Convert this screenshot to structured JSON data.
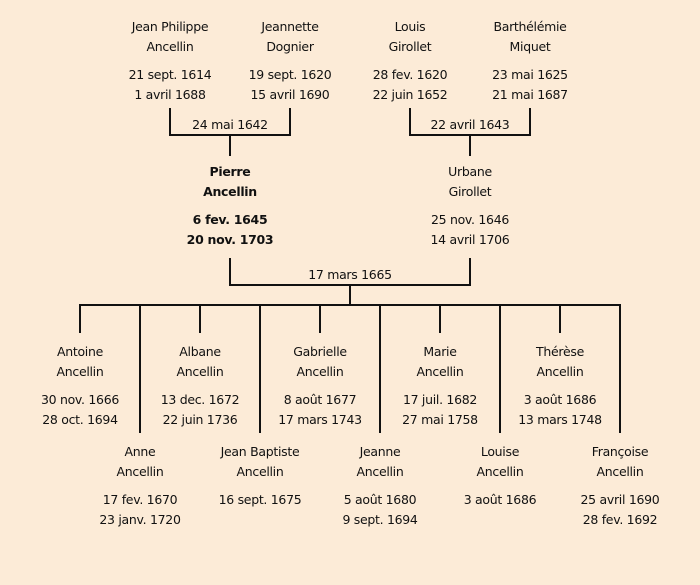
{
  "grandparents": [
    {
      "first": "Jean Philippe",
      "last": "Ancellin",
      "birth": "21 sept. 1614",
      "death": "1 avril 1688"
    },
    {
      "first": "Jeannette",
      "last": "Dognier",
      "birth": "19 sept. 1620",
      "death": "15 avril 1690"
    },
    {
      "first": "Louis",
      "last": "Girollet",
      "birth": "28 fev. 1620",
      "death": "22 juin 1652"
    },
    {
      "first": "Barthélémie",
      "last": "Miquet",
      "birth": "23 mai 1625",
      "death": "21 mai 1687"
    }
  ],
  "grandparent_marriages": [
    "24 mai 1642",
    "22 avril 1643"
  ],
  "parents": [
    {
      "first": "Pierre",
      "last": "Ancellin",
      "birth": "6 fev. 1645",
      "death": "20 nov. 1703"
    },
    {
      "first": "Urbane",
      "last": "Girollet",
      "birth": "25 nov. 1646",
      "death": "14 avril 1706"
    }
  ],
  "parent_marriage": "17 mars 1665",
  "children": [
    {
      "first": "Antoine",
      "last": "Ancellin",
      "birth": "30 nov. 1666",
      "death": "28 oct. 1694"
    },
    {
      "first": "Anne",
      "last": "Ancellin",
      "birth": "17 fev. 1670",
      "death": "23 janv. 1720"
    },
    {
      "first": "Albane",
      "last": "Ancellin",
      "birth": "13 dec. 1672",
      "death": "22 juin 1736"
    },
    {
      "first": "Jean Baptiste",
      "last": "Ancellin",
      "birth": "16 sept. 1675",
      "death": ""
    },
    {
      "first": "Gabrielle",
      "last": "Ancellin",
      "birth": "8 août 1677",
      "death": "17 mars 1743"
    },
    {
      "first": "Jeanne",
      "last": "Ancellin",
      "birth": "5 août 1680",
      "death": "9 sept. 1694"
    },
    {
      "first": "Marie",
      "last": "Ancellin",
      "birth": "17 juil. 1682",
      "death": "27 mai 1758"
    },
    {
      "first": "Louise",
      "last": "Ancellin",
      "birth": "3 août 1686",
      "death": ""
    },
    {
      "first": "Thérèse",
      "last": "Ancellin",
      "birth": "3 août 1686",
      "death": "13 mars 1748"
    },
    {
      "first": "Françoise",
      "last": "Ancellin",
      "birth": "25 avril 1690",
      "death": "28 fev. 1692"
    }
  ]
}
